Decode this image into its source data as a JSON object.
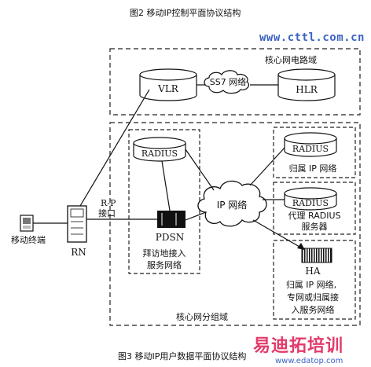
{
  "captions": {
    "top": "图2   移动IP控制平面协议结构",
    "bottom": "图3   移动IP用户数据平面协议结构"
  },
  "watermark": {
    "url": "www.cttl.com.cn",
    "brand": "易迪拓培训",
    "site": "www.edatop.com"
  },
  "core_circuit": {
    "label": "核心网电路域",
    "vlr": "VLR",
    "hlr": "HLR",
    "link": "SS7 网络"
  },
  "core_packet": {
    "label": "核心网分组域"
  },
  "visited": {
    "radius": "RADIUS",
    "pdsn": "PDSN",
    "label_line1": "拜访地接入",
    "label_line2": "服务网络"
  },
  "ip_cloud": "IP 网络",
  "home_ip": {
    "radius": "RADIUS",
    "label": "归属 IP 网络"
  },
  "proxy": {
    "radius": "RADIUS",
    "label_line1": "代理 RADIUS",
    "label_line2": "服务器"
  },
  "ha": {
    "name": "HA",
    "line1": "归属 IP 网络,",
    "line2": "专网或归属接",
    "line3": "入服务网络"
  },
  "rn": "RN",
  "rp_line1": "R-P",
  "rp_line2": "接口",
  "terminal": "移动终端",
  "colors": {
    "watermark_blue": "#3b63c4",
    "watermark_brand": "#e23b6a"
  }
}
